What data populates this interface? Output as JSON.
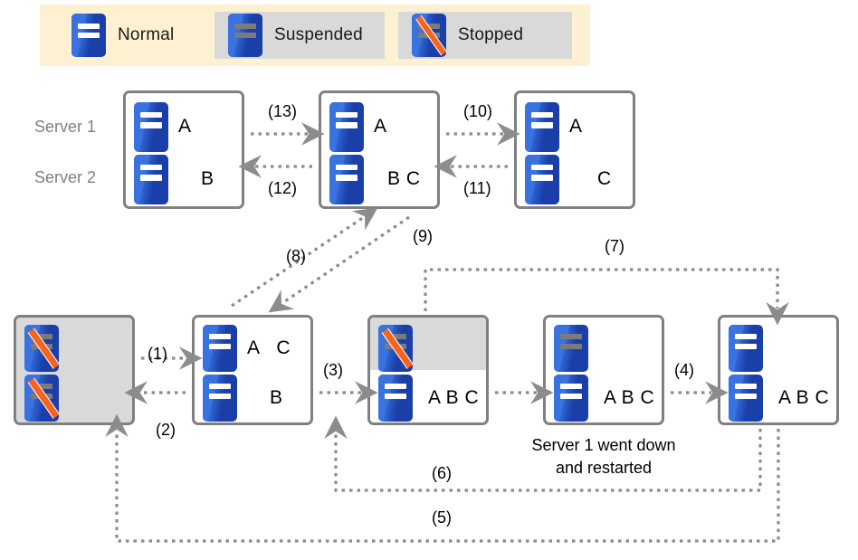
{
  "legend": {
    "items": [
      {
        "state": "normal",
        "label": "Normal",
        "shaded": false
      },
      {
        "state": "suspended",
        "label": "Suspended",
        "shaded": true
      },
      {
        "state": "stopped",
        "label": "Stopped",
        "shaded": true
      }
    ],
    "background": "#fdf1d2"
  },
  "row_labels": {
    "server1": "Server 1",
    "server2": "Server 2"
  },
  "colors": {
    "icon_blue_light": "#3a72e0",
    "icon_blue_dark": "#1b3fa8",
    "slash_orange": "#f4641e",
    "box_border": "#808080",
    "gray_fill": "#d9d9d9",
    "arrow_gray": "#8c8c8c",
    "label_gray": "#808080"
  },
  "top_row": {
    "boxes": [
      {
        "name": "top-box-1",
        "server1": {
          "state": "normal",
          "labels": "A"
        },
        "server2": {
          "state": "normal",
          "labels": "B"
        }
      },
      {
        "name": "top-box-2",
        "server1": {
          "state": "normal",
          "labels": "A"
        },
        "server2": {
          "state": "normal",
          "labels": "B C"
        }
      },
      {
        "name": "top-box-3",
        "server1": {
          "state": "normal",
          "labels": "A"
        },
        "server2": {
          "state": "normal",
          "labels": "C"
        }
      }
    ]
  },
  "bottom_row": {
    "boxes": [
      {
        "name": "bottom-box-1",
        "fill": "gray",
        "server1": {
          "state": "stopped",
          "labels": ""
        },
        "server2": {
          "state": "stopped",
          "labels": ""
        }
      },
      {
        "name": "bottom-box-2",
        "fill": "white",
        "server1": {
          "state": "normal",
          "labels": "A   C"
        },
        "server2": {
          "state": "normal",
          "labels": "B"
        }
      },
      {
        "name": "bottom-box-3",
        "fill": "half-gray",
        "server1": {
          "state": "stopped",
          "labels": ""
        },
        "server2": {
          "state": "normal",
          "labels": "A B C"
        }
      },
      {
        "name": "bottom-box-4",
        "fill": "white",
        "server1": {
          "state": "suspended",
          "labels": ""
        },
        "server2": {
          "state": "normal",
          "labels": "A B C"
        }
      },
      {
        "name": "bottom-box-5",
        "fill": "white",
        "server1": {
          "state": "normal",
          "labels": ""
        },
        "server2": {
          "state": "normal",
          "labels": "A B C"
        }
      }
    ]
  },
  "steps": {
    "s1": "(1)",
    "s2": "(2)",
    "s3": "(3)",
    "s4": "(4)",
    "s5": "(5)",
    "s6": "(6)",
    "s7": "(7)",
    "s8": "(8)",
    "s9": "(9)",
    "s10": "(10)",
    "s11": "(11)",
    "s12": "(12)",
    "s13": "(13)"
  },
  "captions": {
    "server1_restart": "Server 1 went down\nand restarted"
  }
}
